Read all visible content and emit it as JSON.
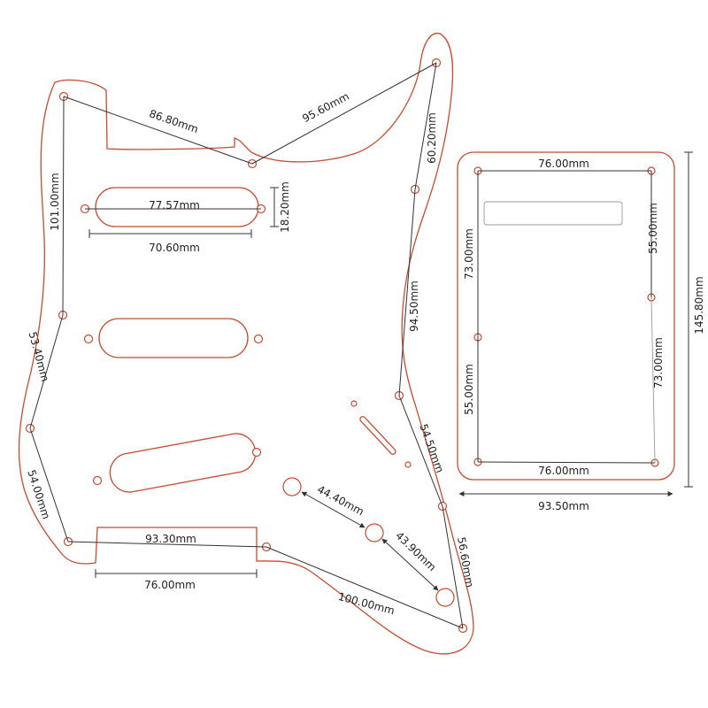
{
  "pickguard": {
    "labels": {
      "top_left_edge": "86.80mm",
      "top_right_edge": "95.60mm",
      "left_upper_edge": "101.00mm",
      "right_upper_edge": "60.20mm",
      "neck_pickup_hole": "77.57mm",
      "neck_pickup_height": "18.20mm",
      "neck_pickup_width": "70.60mm",
      "right_mid_edge": "94.50mm",
      "left_mid_edge": "53.40mm",
      "left_lower_edge": "54.00mm",
      "right_lower_edge": "54.50mm",
      "pot_1_to_2": "44.40mm",
      "pot_2_to_3": "43.90mm",
      "right_bottom_edge": "56.60mm",
      "bottom_cutout_holes": "93.30mm",
      "bottom_cutout_width": "76.00mm",
      "bottom_edge": "100.00mm"
    }
  },
  "backplate": {
    "labels": {
      "top_width": "76.00mm",
      "bottom_width": "76.00mm",
      "right_upper": "55.00mm",
      "left_upper": "73.00mm",
      "left_lower": "55.00mm",
      "right_lower": "73.00mm",
      "overall_height": "145.80mm",
      "overall_width": "93.50mm"
    }
  }
}
